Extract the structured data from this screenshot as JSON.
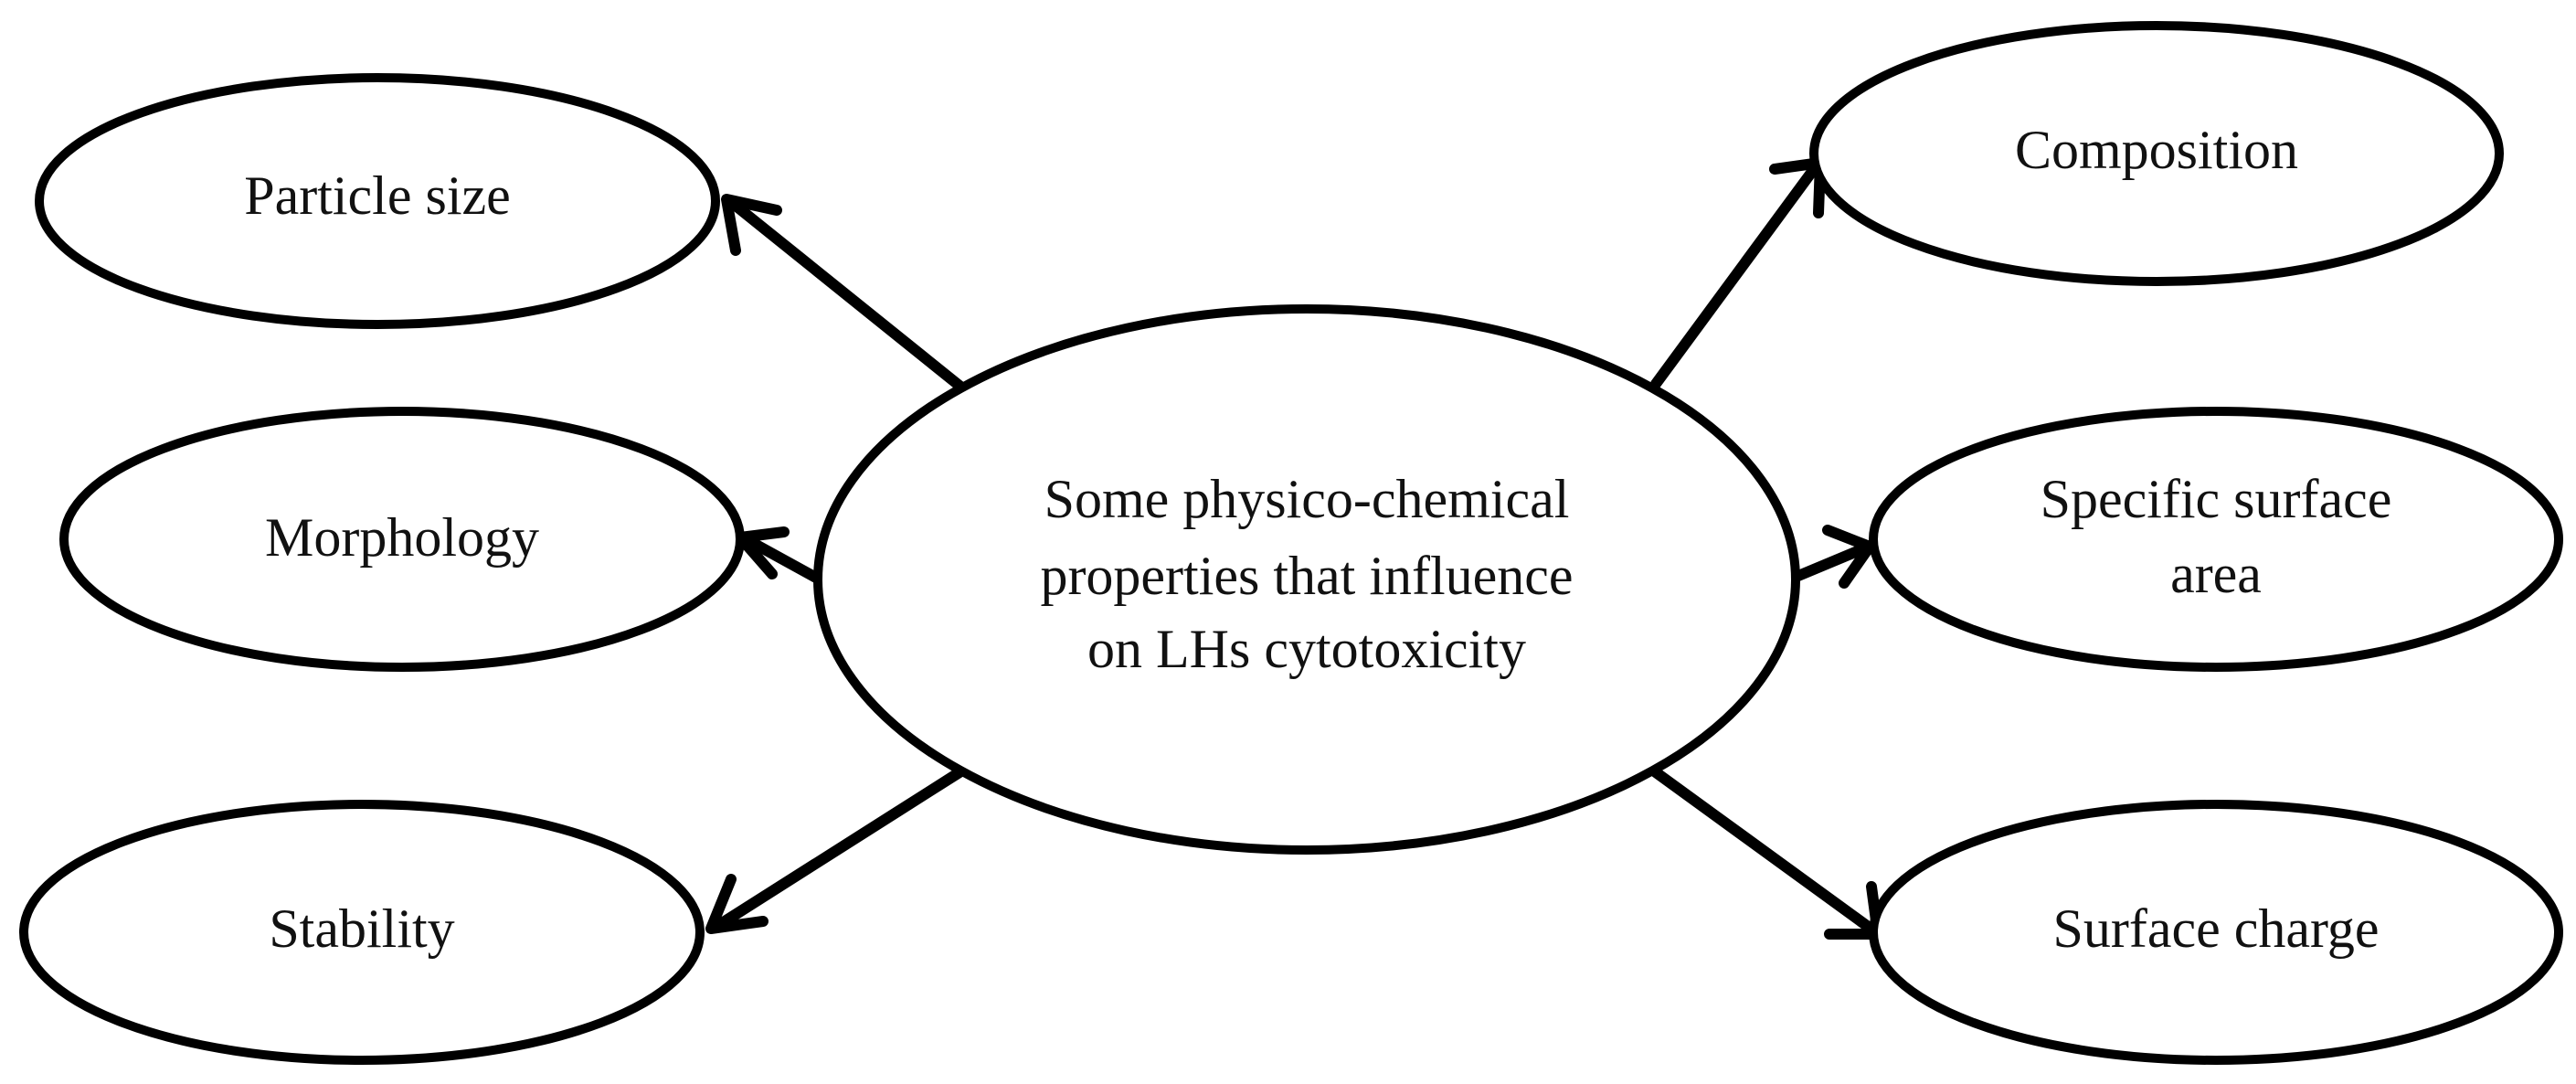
{
  "diagram": {
    "center": {
      "lines": [
        "Some physico-chemical",
        "properties that influence",
        "on LHs cytotoxicity"
      ]
    },
    "nodes": {
      "particle_size": {
        "lines": [
          "Particle size"
        ]
      },
      "morphology": {
        "lines": [
          "Morphology"
        ]
      },
      "stability": {
        "lines": [
          "Stability"
        ]
      },
      "composition": {
        "lines": [
          "Composition"
        ]
      },
      "specific_surface_area": {
        "lines": [
          "Specific surface",
          "area"
        ]
      },
      "surface_charge": {
        "lines": [
          "Surface charge"
        ]
      }
    }
  }
}
